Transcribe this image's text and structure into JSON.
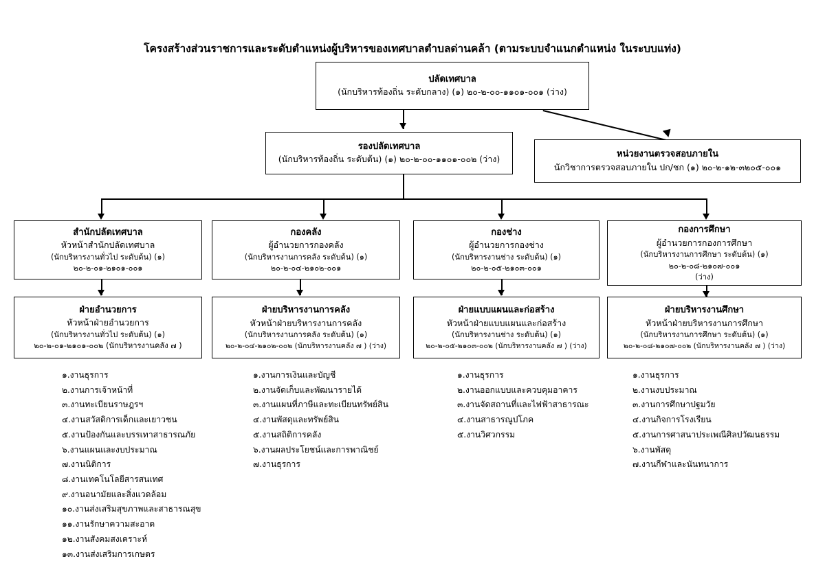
{
  "title": "โครงสร้างส่วนราชการและระดับตำแหน่งผู้บริหารของเทศบาลตำบลด่านคล้า   (ตามระบบจำแนกตำแหน่ง  ในระบบแท่ง)",
  "nodes": {
    "palad": {
      "name": "ปลัดเทศบาล",
      "detail": "(นักบริหารท้องถิ่น  ระดับกลาง)  (๑)  ๒๐-๒-๐๐-๑๑๐๑-๐๐๑ (ว่าง)"
    },
    "rong_palad": {
      "name": "รองปลัดเทศบาล",
      "detail": "(นักบริหารท้องถิ่น ระดับต้น) (๑)  ๒๐-๒-๐๐-๑๑๐๑-๐๐๒ (ว่าง)"
    },
    "audit": {
      "name": "หน่วยงานตรวจสอบภายใน",
      "detail": "นักวิชาการตรวจสอบภายใน ปก/ชก (๑) ๒๐-๒-๑๒-๓๒๐๕-๐๐๑"
    },
    "dept1": {
      "name": "สำนักปลัดเทศบาล",
      "head": "หัวหน้าสำนักปลัดเทศบาล",
      "detail": "(นักบริหารงานทั่วไป ระดับต้น) (๑) ๒๐-๒-๐๑-๒๑๐๑-๐๐๑"
    },
    "dept2": {
      "name": "กองคลัง",
      "head": "ผู้อำนวยการกองคลัง",
      "detail": "(นักบริหารงานการคลัง ระดับต้น) (๑) ๒๐-๒-๐๔-๒๑๐๒-๐๐๑"
    },
    "dept3": {
      "name": "กองช่าง",
      "head": "ผู้อำนวยการกองช่าง",
      "detail": "(นักบริหารงานช่าง ระดับต้น) (๑) ๒๐-๒-๐๕-๒๑๐๓-๐๐๑"
    },
    "dept4": {
      "name": "กองการศึกษา",
      "head": "ผู้อำนวยการกองการศึกษา",
      "detail": "(นักบริหารงานการศึกษา ระดับต้น) (๑) ๒๐-๒-๐๘-๒๑๐๗-๐๐๑",
      "detail2": "(ว่าง)"
    },
    "div1": {
      "name": "ฝ่ายอำนวยการ",
      "head": "หัวหน้าฝ่ายอำนวยการ",
      "detail": "(นักบริหารงานทั่วไป  ระดับต้น) (๑)",
      "detail2": "๒๐-๒-๐๑-๒๑๐๑-๐๐๒ (นักบริหารงานคลัง ๗ )"
    },
    "div2": {
      "name": "ฝ่ายบริหารงานการคลัง",
      "head": "หัวหน้าฝ่ายบริหารงานการคลัง",
      "detail": "(นักบริหารงานการคลัง ระดับต้น) (๑)",
      "detail2": "๒๐-๒-๐๔-๒๑๐๒-๐๐๒ (นักบริหารงานคลัง ๗ ) (ว่าง)"
    },
    "div3": {
      "name": "ฝ่ายแบบแผนและก่อสร้าง",
      "head": "หัวหน้าฝ่ายแบบแผนและก่อสร้าง",
      "detail": "(นักบริหารงานช่าง ระดับต้น) (๑)",
      "detail2": "๒๐-๒-๐๕-๒๑๐๓-๐๐๒ (นักบริหารงานคลัง ๗ ) (ว่าง)"
    },
    "div4": {
      "name": "ฝ่ายบริหารงานศึกษา",
      "head": "หัวหน้าฝ่ายบริหารงานการศึกษา",
      "detail": "(นักบริหารงานการศึกษา ระดับต้น) (๑)",
      "detail2": "๒๐-๒-๐๘-๒๑๐๗-๐๐๒ (นักบริหารงานคลัง ๗ ) (ว่าง)"
    }
  },
  "tasklists": {
    "col1": [
      "๑.งานธุรการ",
      "๒.งานการเจ้าหน้าที่",
      "๓.งานทะเบียนราษฎรฯ",
      "๔.งานสวัสดิการเด็กและเยาวชน",
      "๕.งานป้องกันและบรรเทาสาธารณภัย",
      "๖.งานแผนและงบประมาณ",
      "๗.งานนิติการ",
      "๘.งานเทคโนโลยีสารสนเทศ",
      "๙.งานอนามัยและสิ่งแวดล้อม",
      "๑๐.งานส่งเสริมสุขภาพและสาธารณสุข",
      "๑๑.งานรักษาความสะอาด",
      "๑๒.งานสังคมสงเคราะห์",
      "๑๓.งานส่งเสริมการเกษตร"
    ],
    "col2": [
      "๑.งานการเงินและบัญชี",
      "๒.งานจัดเก็บและพัฒนารายได้",
      "๓.งานแผนที่ภาษีและทะเบียนทรัพย์สิน",
      "๔.งานพัสดุและทรัพย์สิน",
      "๕.งานสถิติการคลัง",
      "๖.งานผลประโยชน์และการพาณิชย์",
      "๗.งานธุรการ"
    ],
    "col3": [
      "๑.งานธุรการ",
      "๒.งานออกแบบและควบคุมอาคาร",
      "๓.งานจัดสถานที่และไฟฟ้าสาธารณะ",
      "๔.งานสาธารณูปโภค",
      "๕.งานวิศวกรรม"
    ],
    "col4": [
      "๑.งานธุรการ",
      "๒.งานงบประมาณ",
      "๓.งานการศึกษาปฐมวัย",
      "๔.งานกิจการโรงเรียน",
      "๕.งานการศาสนาประเพณีศิลปวัฒนธรรม",
      "๖.งานพัสดุ",
      "๗.งานกีฬาและนันทนาการ"
    ]
  },
  "colors": {
    "line": "#000000",
    "box_border": "#000000",
    "background": "#ffffff"
  }
}
